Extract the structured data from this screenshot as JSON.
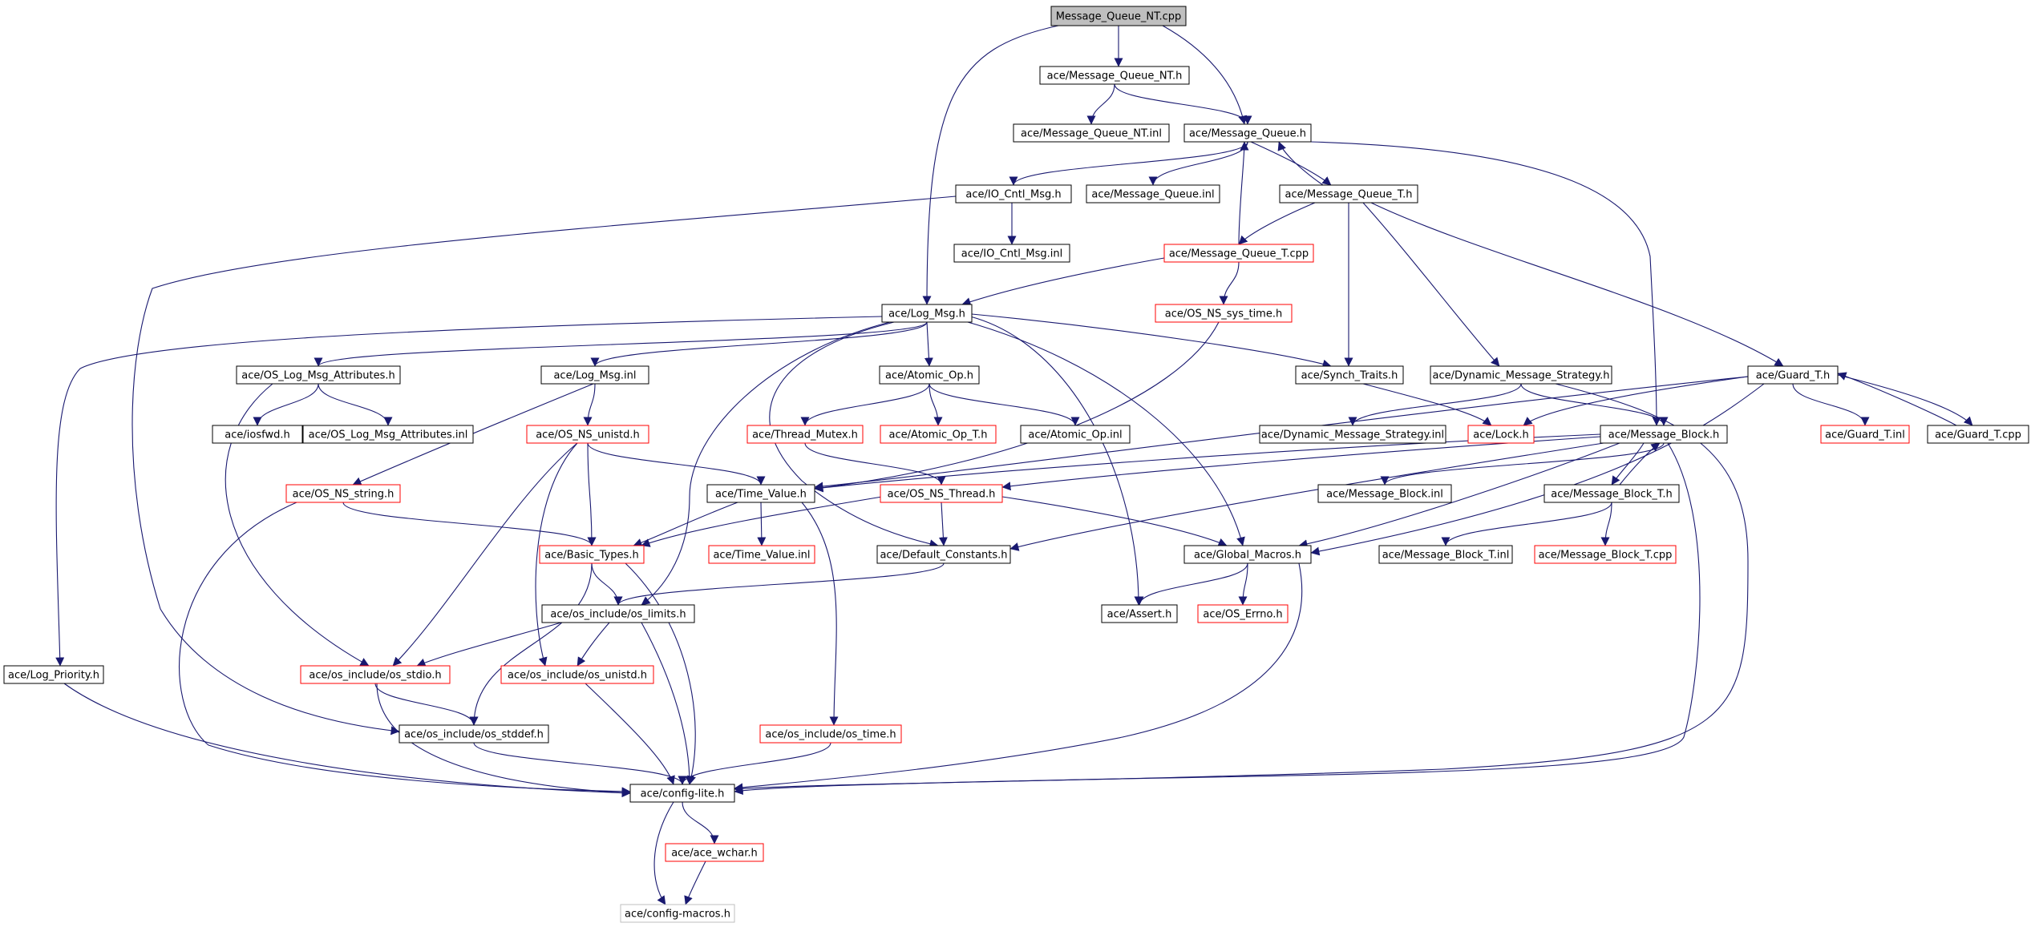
{
  "colors": {
    "edge": "#191970",
    "border_normal": "#000000",
    "border_truncated": "#ff0000",
    "border_external": "#bfbfbf",
    "root_fill": "#bfbfbf",
    "text": "#000000"
  },
  "nodes": [
    {
      "id": "n0",
      "label": "Message_Queue_NT.cpp",
      "kind": "root"
    },
    {
      "id": "n1",
      "label": "ace/Message_Queue_NT.h",
      "kind": "normal"
    },
    {
      "id": "n2",
      "label": "ace/Message_Queue_NT.inl",
      "kind": "normal"
    },
    {
      "id": "n3",
      "label": "ace/Message_Queue.h",
      "kind": "normal"
    },
    {
      "id": "n4",
      "label": "ace/IO_Cntl_Msg.h",
      "kind": "normal"
    },
    {
      "id": "n5",
      "label": "ace/Message_Queue.inl",
      "kind": "normal"
    },
    {
      "id": "n6",
      "label": "ace/Message_Queue_T.h",
      "kind": "normal"
    },
    {
      "id": "n7",
      "label": "ace/IO_Cntl_Msg.inl",
      "kind": "normal"
    },
    {
      "id": "n8",
      "label": "ace/Message_Queue_T.cpp",
      "kind": "truncated"
    },
    {
      "id": "n9",
      "label": "ace/Log_Msg.h",
      "kind": "normal"
    },
    {
      "id": "n10",
      "label": "ace/OS_NS_sys_time.h",
      "kind": "truncated"
    },
    {
      "id": "n11",
      "label": "ace/OS_Log_Msg_Attributes.h",
      "kind": "normal"
    },
    {
      "id": "n12",
      "label": "ace/Log_Msg.inl",
      "kind": "normal"
    },
    {
      "id": "n13",
      "label": "ace/Atomic_Op.h",
      "kind": "normal"
    },
    {
      "id": "n14",
      "label": "ace/Synch_Traits.h",
      "kind": "normal"
    },
    {
      "id": "n15",
      "label": "ace/Dynamic_Message_Strategy.h",
      "kind": "normal"
    },
    {
      "id": "n16",
      "label": "ace/Guard_T.h",
      "kind": "normal"
    },
    {
      "id": "n17",
      "label": "ace/iosfwd.h",
      "kind": "normal"
    },
    {
      "id": "n18",
      "label": "ace/OS_Log_Msg_Attributes.inl",
      "kind": "normal"
    },
    {
      "id": "n19",
      "label": "ace/OS_NS_unistd.h",
      "kind": "truncated"
    },
    {
      "id": "n20",
      "label": "ace/Thread_Mutex.h",
      "kind": "truncated"
    },
    {
      "id": "n21",
      "label": "ace/Atomic_Op_T.h",
      "kind": "truncated"
    },
    {
      "id": "n22",
      "label": "ace/Atomic_Op.inl",
      "kind": "normal"
    },
    {
      "id": "n23",
      "label": "ace/Dynamic_Message_Strategy.inl",
      "kind": "normal"
    },
    {
      "id": "n24",
      "label": "ace/Lock.h",
      "kind": "truncated"
    },
    {
      "id": "n25",
      "label": "ace/Message_Block.h",
      "kind": "normal"
    },
    {
      "id": "n26",
      "label": "ace/Guard_T.inl",
      "kind": "truncated"
    },
    {
      "id": "n27",
      "label": "ace/Guard_T.cpp",
      "kind": "normal"
    },
    {
      "id": "n28",
      "label": "ace/OS_NS_string.h",
      "kind": "truncated"
    },
    {
      "id": "n29",
      "label": "ace/Time_Value.h",
      "kind": "normal"
    },
    {
      "id": "n30",
      "label": "ace/OS_NS_Thread.h",
      "kind": "truncated"
    },
    {
      "id": "n31",
      "label": "ace/Message_Block.inl",
      "kind": "normal"
    },
    {
      "id": "n32",
      "label": "ace/Message_Block_T.h",
      "kind": "normal"
    },
    {
      "id": "n33",
      "label": "ace/Basic_Types.h",
      "kind": "truncated"
    },
    {
      "id": "n34",
      "label": "ace/Time_Value.inl",
      "kind": "truncated"
    },
    {
      "id": "n35",
      "label": "ace/Default_Constants.h",
      "kind": "normal"
    },
    {
      "id": "n36",
      "label": "ace/Global_Macros.h",
      "kind": "normal"
    },
    {
      "id": "n37",
      "label": "ace/Message_Block_T.inl",
      "kind": "normal"
    },
    {
      "id": "n38",
      "label": "ace/Message_Block_T.cpp",
      "kind": "truncated"
    },
    {
      "id": "n39",
      "label": "ace/os_include/os_limits.h",
      "kind": "normal"
    },
    {
      "id": "n40",
      "label": "ace/Assert.h",
      "kind": "normal"
    },
    {
      "id": "n41",
      "label": "ace/OS_Errno.h",
      "kind": "truncated"
    },
    {
      "id": "n42",
      "label": "ace/Log_Priority.h",
      "kind": "normal"
    },
    {
      "id": "n43",
      "label": "ace/os_include/os_stdio.h",
      "kind": "truncated"
    },
    {
      "id": "n44",
      "label": "ace/os_include/os_unistd.h",
      "kind": "truncated"
    },
    {
      "id": "n45",
      "label": "ace/os_include/os_stddef.h",
      "kind": "normal"
    },
    {
      "id": "n46",
      "label": "ace/os_include/os_time.h",
      "kind": "truncated"
    },
    {
      "id": "n47",
      "label": "ace/config-lite.h",
      "kind": "normal"
    },
    {
      "id": "n48",
      "label": "ace/ace_wchar.h",
      "kind": "truncated"
    },
    {
      "id": "n49",
      "label": "ace/config-macros.h",
      "kind": "external"
    }
  ],
  "edges": [
    [
      "n0",
      "n1"
    ],
    [
      "n0",
      "n3"
    ],
    [
      "n0",
      "n9"
    ],
    [
      "n1",
      "n2"
    ],
    [
      "n1",
      "n3"
    ],
    [
      "n3",
      "n4"
    ],
    [
      "n3",
      "n5"
    ],
    [
      "n3",
      "n6"
    ],
    [
      "n3",
      "n25"
    ],
    [
      "n4",
      "n7"
    ],
    [
      "n4",
      "n45"
    ],
    [
      "n6",
      "n3"
    ],
    [
      "n6",
      "n8"
    ],
    [
      "n6",
      "n14"
    ],
    [
      "n6",
      "n15"
    ],
    [
      "n6",
      "n16"
    ],
    [
      "n8",
      "n3"
    ],
    [
      "n8",
      "n9"
    ],
    [
      "n8",
      "n10"
    ],
    [
      "n9",
      "n11"
    ],
    [
      "n9",
      "n12"
    ],
    [
      "n9",
      "n13"
    ],
    [
      "n9",
      "n14"
    ],
    [
      "n9",
      "n36"
    ],
    [
      "n9",
      "n40"
    ],
    [
      "n9",
      "n35"
    ],
    [
      "n9",
      "n39"
    ],
    [
      "n9",
      "n42"
    ],
    [
      "n10",
      "n29"
    ],
    [
      "n11",
      "n17"
    ],
    [
      "n11",
      "n18"
    ],
    [
      "n11",
      "n43"
    ],
    [
      "n12",
      "n19"
    ],
    [
      "n12",
      "n28"
    ],
    [
      "n13",
      "n20"
    ],
    [
      "n13",
      "n21"
    ],
    [
      "n13",
      "n22"
    ],
    [
      "n14",
      "n24"
    ],
    [
      "n15",
      "n23"
    ],
    [
      "n15",
      "n25"
    ],
    [
      "n15",
      "n47"
    ],
    [
      "n16",
      "n24"
    ],
    [
      "n16",
      "n26"
    ],
    [
      "n16",
      "n27"
    ],
    [
      "n16",
      "n36"
    ],
    [
      "n16",
      "n29"
    ],
    [
      "n27",
      "n16"
    ],
    [
      "n19",
      "n29"
    ],
    [
      "n19",
      "n33"
    ],
    [
      "n19",
      "n43"
    ],
    [
      "n19",
      "n44"
    ],
    [
      "n20",
      "n30"
    ],
    [
      "n25",
      "n29"
    ],
    [
      "n25",
      "n30"
    ],
    [
      "n25",
      "n31"
    ],
    [
      "n25",
      "n32"
    ],
    [
      "n25",
      "n36"
    ],
    [
      "n25",
      "n35"
    ],
    [
      "n25",
      "n47"
    ],
    [
      "n32",
      "n25"
    ],
    [
      "n32",
      "n37"
    ],
    [
      "n32",
      "n38"
    ],
    [
      "n28",
      "n33"
    ],
    [
      "n28",
      "n47"
    ],
    [
      "n29",
      "n33"
    ],
    [
      "n29",
      "n34"
    ],
    [
      "n29",
      "n46"
    ],
    [
      "n30",
      "n33"
    ],
    [
      "n30",
      "n35"
    ],
    [
      "n30",
      "n36"
    ],
    [
      "n33",
      "n39"
    ],
    [
      "n33",
      "n45"
    ],
    [
      "n33",
      "n47"
    ],
    [
      "n35",
      "n39"
    ],
    [
      "n36",
      "n40"
    ],
    [
      "n36",
      "n41"
    ],
    [
      "n36",
      "n47"
    ],
    [
      "n39",
      "n43"
    ],
    [
      "n39",
      "n44"
    ],
    [
      "n39",
      "n47"
    ],
    [
      "n42",
      "n47"
    ],
    [
      "n43",
      "n45"
    ],
    [
      "n43",
      "n47"
    ],
    [
      "n44",
      "n47"
    ],
    [
      "n45",
      "n47"
    ],
    [
      "n46",
      "n47"
    ],
    [
      "n47",
      "n48"
    ],
    [
      "n47",
      "n49"
    ],
    [
      "n48",
      "n49"
    ]
  ]
}
